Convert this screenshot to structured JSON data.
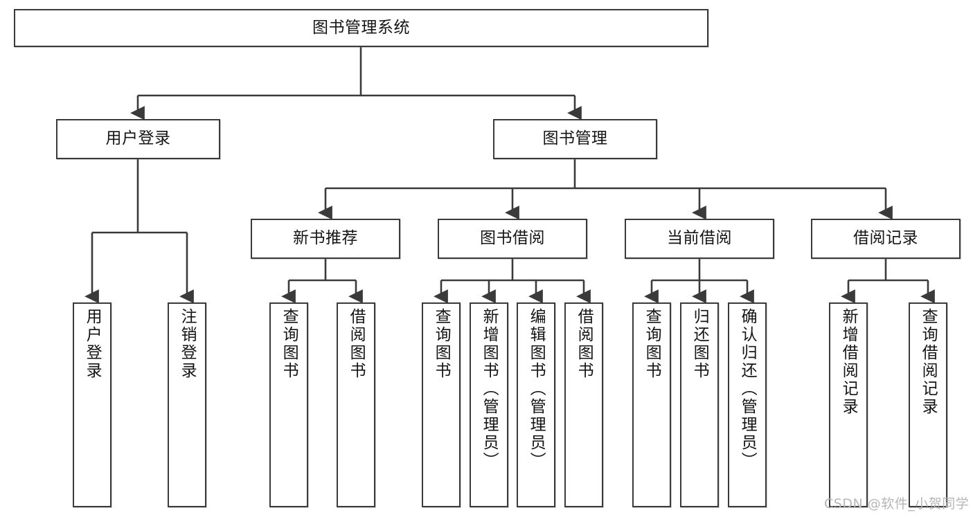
{
  "diagram": {
    "title": "图书管理系统",
    "type": "tree",
    "watermark": "CSDN @软件_小贺同学",
    "colors": {
      "node_border": "#3a3a3a",
      "node_fill": "#ffffff",
      "connector": "#3a3a3a",
      "text": "#141414",
      "watermark": "#b6b6b6",
      "background": "#ffffff"
    },
    "nodes": {
      "root": {
        "label": "图书管理系统"
      },
      "level2": [
        {
          "id": "user-login",
          "label": "用户登录"
        },
        {
          "id": "book-management",
          "label": "图书管理"
        }
      ],
      "level3": [
        {
          "id": "new-book-recommend",
          "label": "新书推荐"
        },
        {
          "id": "book-borrow",
          "label": "图书借阅"
        },
        {
          "id": "current-borrow",
          "label": "当前借阅"
        },
        {
          "id": "borrow-record",
          "label": "借阅记录"
        }
      ],
      "leaves": {
        "user-login": [
          {
            "id": "leaf-user-login",
            "label": "用户登录"
          },
          {
            "id": "leaf-user-logout",
            "label": "注销登录"
          }
        ],
        "new-book-recommend": [
          {
            "id": "leaf-query-book-1",
            "label": "查询图书"
          },
          {
            "id": "leaf-borrow-book-1",
            "label": "借阅图书"
          }
        ],
        "book-borrow": [
          {
            "id": "leaf-query-book-2",
            "label": "查询图书"
          },
          {
            "id": "leaf-add-book",
            "label": "新增图书（管理员）"
          },
          {
            "id": "leaf-edit-book",
            "label": "编辑图书（管理员）"
          },
          {
            "id": "leaf-borrow-book-2",
            "label": "借阅图书"
          }
        ],
        "current-borrow": [
          {
            "id": "leaf-query-book-3",
            "label": "查询图书"
          },
          {
            "id": "leaf-return-book",
            "label": "归还图书"
          },
          {
            "id": "leaf-confirm-return",
            "label": "确认归还（管理员）"
          }
        ],
        "borrow-record": [
          {
            "id": "leaf-add-record",
            "label": "新增借阅记录"
          },
          {
            "id": "leaf-query-record",
            "label": "查询借阅记录"
          }
        ]
      }
    }
  }
}
